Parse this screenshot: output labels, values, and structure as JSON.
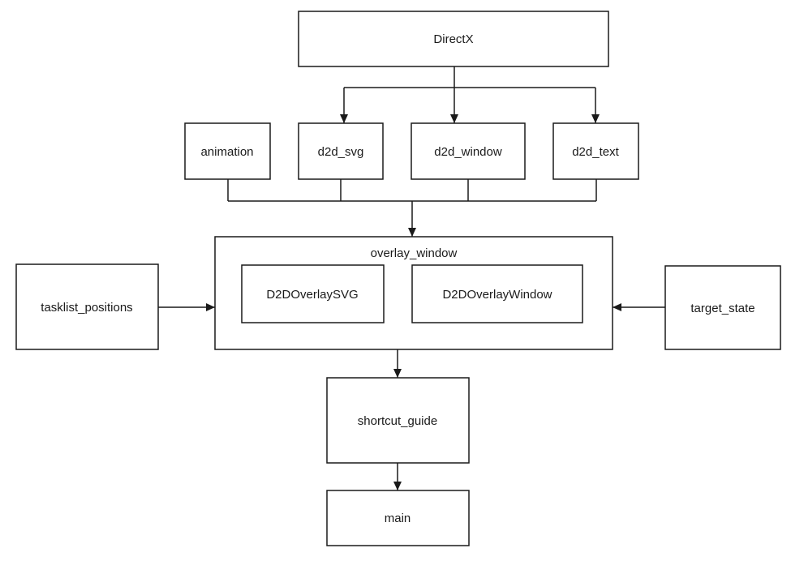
{
  "diagram": {
    "type": "module-dependency-flowchart",
    "background": "#ffffff",
    "colors": {
      "box_fill": "#ffffff",
      "box_stroke": "#1a1a1a",
      "text": "#1a1a1a",
      "arrow": "#1a1a1a"
    },
    "nodes": {
      "directx": {
        "label": "DirectX"
      },
      "animation": {
        "label": "animation"
      },
      "d2d_svg": {
        "label": "d2d_svg"
      },
      "d2d_window": {
        "label": "d2d_window"
      },
      "d2d_text": {
        "label": "d2d_text"
      },
      "overlay_window": {
        "label": "overlay_window"
      },
      "d2d_overlay_svg": {
        "label": "D2DOverlaySVG"
      },
      "d2d_overlay_window": {
        "label": "D2DOverlayWindow"
      },
      "tasklist_positions": {
        "label": "tasklist_positions"
      },
      "target_state": {
        "label": "target_state"
      },
      "shortcut_guide": {
        "label": "shortcut_guide"
      },
      "main": {
        "label": "main"
      }
    },
    "edges": [
      {
        "from": "directx",
        "to": "d2d_svg",
        "arrow": true
      },
      {
        "from": "directx",
        "to": "d2d_window",
        "arrow": true
      },
      {
        "from": "directx",
        "to": "d2d_text",
        "arrow": true
      },
      {
        "from": "animation",
        "to": "overlay_window",
        "arrow": true
      },
      {
        "from": "d2d_svg",
        "to": "overlay_window",
        "arrow": true
      },
      {
        "from": "d2d_window",
        "to": "overlay_window",
        "arrow": true
      },
      {
        "from": "d2d_text",
        "to": "overlay_window",
        "arrow": true
      },
      {
        "from": "tasklist_positions",
        "to": "overlay_window",
        "arrow": true
      },
      {
        "from": "target_state",
        "to": "overlay_window",
        "arrow": true
      },
      {
        "from": "overlay_window",
        "to": "shortcut_guide",
        "arrow": true
      },
      {
        "from": "shortcut_guide",
        "to": "main",
        "arrow": true
      }
    ],
    "containment": {
      "overlay_window": [
        "d2d_overlay_svg",
        "d2d_overlay_window"
      ]
    }
  }
}
